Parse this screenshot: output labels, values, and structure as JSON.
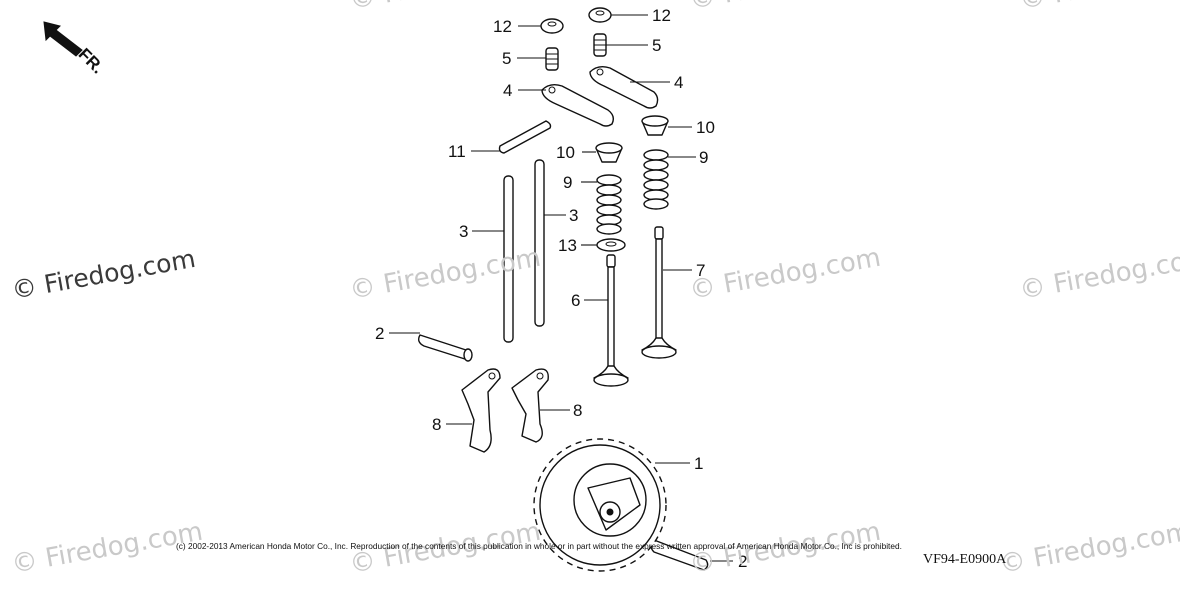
{
  "watermark": {
    "text": "© Firedog.com"
  },
  "direction_label": "FR.",
  "callouts": {
    "c12a": "12",
    "c12b": "12",
    "c5a": "5",
    "c5b": "5",
    "c4a": "4",
    "c4b": "4",
    "c11": "11",
    "c10a": "10",
    "c10b": "10",
    "c9a": "9",
    "c9b": "9",
    "c3a": "3",
    "c3b": "3",
    "c13": "13",
    "c7": "7",
    "c6": "6",
    "c2a": "2",
    "c2b": "2",
    "c8a": "8",
    "c8b": "8",
    "c1": "1"
  },
  "copyright": "(c) 2002-2013 American Honda Motor Co., Inc. Reproduction of the contents of this publication in whole or in part without the express written approval of American Honda Motor Co., Inc is prohibited.",
  "diagram_code": "VF94-E0900A"
}
